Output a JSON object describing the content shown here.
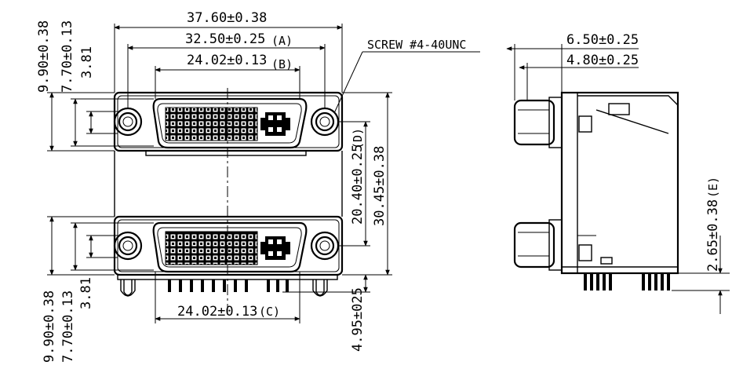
{
  "front_view": {
    "overall_width": "37.60±0.38",
    "screw_spacing": "32.50±0.25",
    "screw_spacing_ref": "(A)",
    "upper_connector_width": "24.02±0.13",
    "upper_connector_ref": "(B)",
    "lower_connector_width": "24.02±0.13",
    "lower_connector_ref": "(C)",
    "screw_label": "SCREW #4-40UNC",
    "upper_flange_height": "9.90±0.38",
    "upper_shell_height": "7.70±0.13",
    "upper_center_offset": "3.81",
    "lower_flange_height": "9.90±0.38",
    "lower_shell_height": "7.70±0.13",
    "lower_center_offset": "3.81",
    "screw_pitch_vertical": "20.40±0.25",
    "screw_pitch_ref": "(D)",
    "overall_height": "30.45±0.38",
    "pin_length": "4.95±025"
  },
  "side_view": {
    "depth_outer": "6.50±0.25",
    "depth_inner": "4.80±0.25",
    "standoff_height": "2.65±0.38",
    "standoff_ref": "(E)"
  }
}
